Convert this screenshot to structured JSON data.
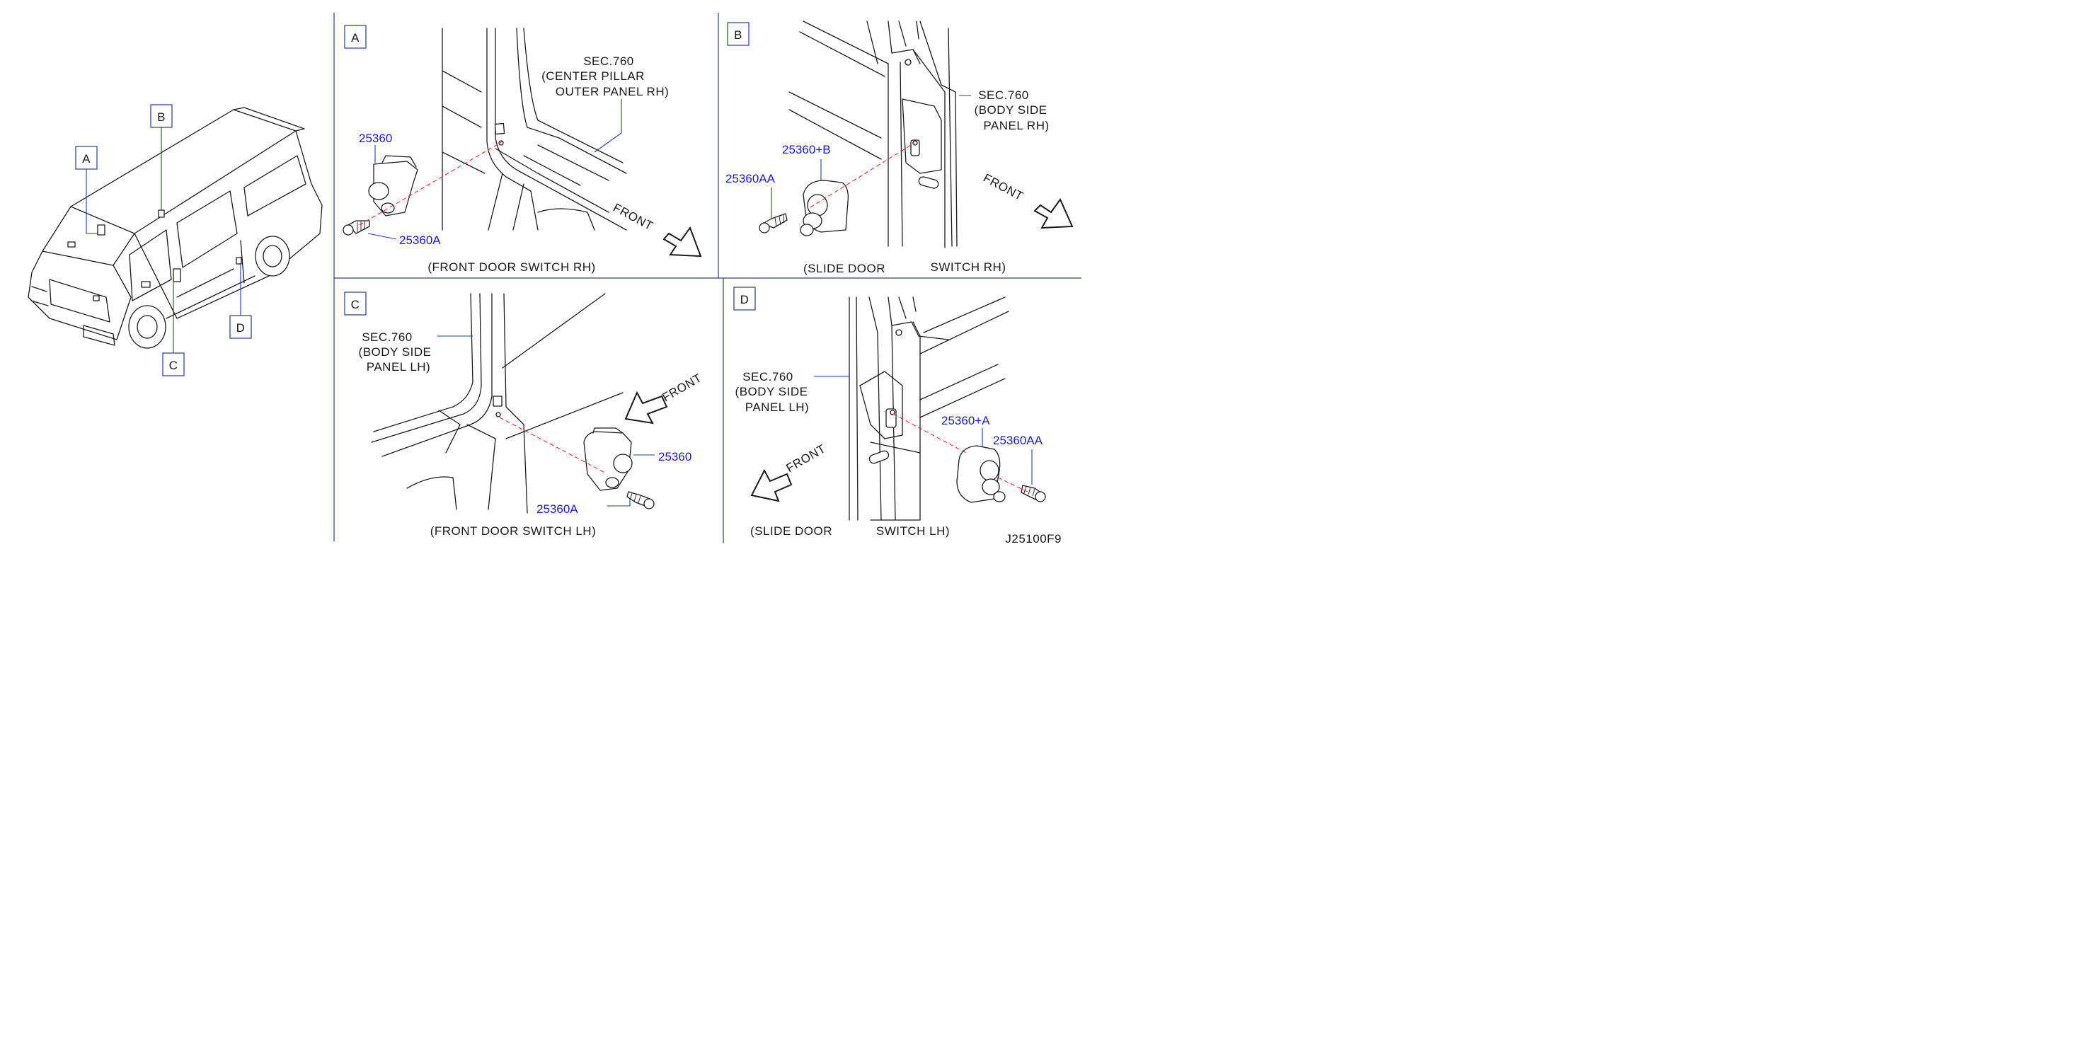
{
  "views": {
    "overview": {
      "labels": [
        "A",
        "B",
        "C",
        "D"
      ]
    },
    "A": {
      "letter": "A",
      "sec_lines": [
        "SEC.760",
        "(CENTER  PILLAR",
        "OUTER  PANEL  RH)"
      ],
      "parts": [
        "25360",
        "25360A"
      ],
      "front": "FRONT",
      "caption": "(FRONT  DOOR  SWITCH  RH)"
    },
    "B": {
      "letter": "B",
      "sec_lines": [
        "SEC.760",
        "(BODY  SIDE",
        "PANEL  RH)"
      ],
      "parts": [
        "25360+B",
        "25360AA"
      ],
      "front": "FRONT",
      "caption_left": "(SLIDE  DOOR",
      "caption_right": "SWITCH  RH)"
    },
    "C": {
      "letter": "C",
      "sec_lines": [
        "SEC.760",
        "(BODY  SIDE",
        "PANEL  LH)"
      ],
      "parts": [
        "25360",
        "25360A"
      ],
      "front": "FRONT",
      "caption": "(FRONT  DOOR  SWITCH  LH)"
    },
    "D": {
      "letter": "D",
      "sec_lines": [
        "SEC.760",
        "(BODY  SIDE",
        "PANEL  LH)"
      ],
      "parts": [
        "25360+A",
        "25360AA"
      ],
      "front": "FRONT",
      "caption_left": "(SLIDE  DOOR",
      "caption_right": "SWITCH  LH)"
    }
  },
  "figure_code": "J25100F9",
  "colors": {
    "part_number": "#1a1acc",
    "leader": "#1f3f8f",
    "hidden_line": "#e0302a",
    "frame": "#2a3c86"
  }
}
